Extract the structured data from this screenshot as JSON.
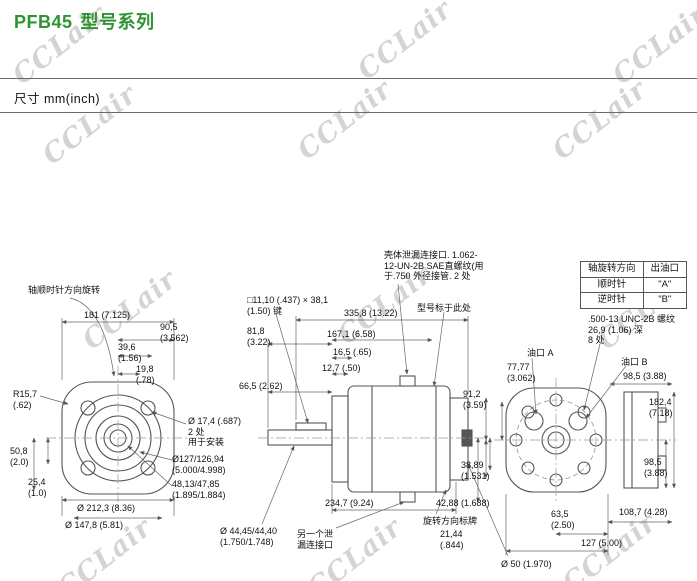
{
  "header": {
    "title_model": "PFB45",
    "title_series": "型号系列",
    "subtitle": "尺寸 mm(inch)"
  },
  "watermark": {
    "text": "CCLair"
  },
  "colors": {
    "title_green": "#2e9432",
    "watermark_gray": "#9a9a9a",
    "line": "#555555"
  },
  "table": {
    "headers": [
      "轴旋转方向",
      "出油口"
    ],
    "rows": [
      {
        "dir": "顺时针",
        "port": "\"A\""
      },
      {
        "dir": "逆时针",
        "port": "\"B\""
      }
    ]
  },
  "labels": {
    "rotation_note": "轴顺时针方向旋转",
    "d181": "181 (7.125)",
    "d90_5": "90,5\n(3.562)",
    "d39_6": "39,6\n(1.56)",
    "d19_8": "19,8\n(.78)",
    "r15_7": "R15,7\n(.62)",
    "d17_4": "Ø 17,4 (.687)\n2 处\n用于安装",
    "d50_8": "50,8\n(2.0)",
    "d25_4": "25,4\n(1.0)",
    "d212_3": "Ø 212,3 (8.36)",
    "d147_8": "Ø 147,8 (5.81)",
    "d127": "Ø127/126,94\n(5.000/4.998)",
    "d48_13": "48,13/47,85\n(1.895/1.884)",
    "key_note": "□11,10 (.437) × 38,1\n(1.50) 键",
    "case_drain_note": "壳体泄漏连接口. 1.062-\n12-UN-2B SAE直螺纹(用\n于.750 外径接管. 2 处",
    "model_here": "型号标于此处",
    "d335_8": "335,8 (13.22)",
    "d81_8": "81,8\n(3.22)",
    "d167_1": "167,1 (6.58)",
    "d16_5": "16,5 (.65)",
    "d12_7": "12,7 (.50)",
    "d66_5": "66,5 (2.62)",
    "d234_7": "234,7 (9.24)",
    "d44_45": "Ø 44,45/44,40\n(1.750/1.748)",
    "other_drain": "另一个泄\n漏连接口",
    "rotation_plate": "旋转方向标牌",
    "d42_88": "42,88 (1.688)",
    "d21_44": "21,44\n(.844)",
    "d50": "Ø 50 (1.970)",
    "unc_note": ".500-13 UNC-2B 螺纹\n26,9 (1.06) 深\n8 处",
    "port_a": "油口 A",
    "port_b": "油口 B",
    "d77_77": "77,77\n(3.062)",
    "d91_2": "91,2\n(3.59)",
    "d98_5a": "98,5 (3.88)",
    "d182_4": "182,4\n(7.18)",
    "d38_89": "38,89\n(1.531)",
    "d98_5b": "98,5\n(3.88)",
    "d63_5": "63,5\n(2.50)",
    "d108_7": "108,7 (4.28)",
    "d127b": "127 (5.00)"
  }
}
